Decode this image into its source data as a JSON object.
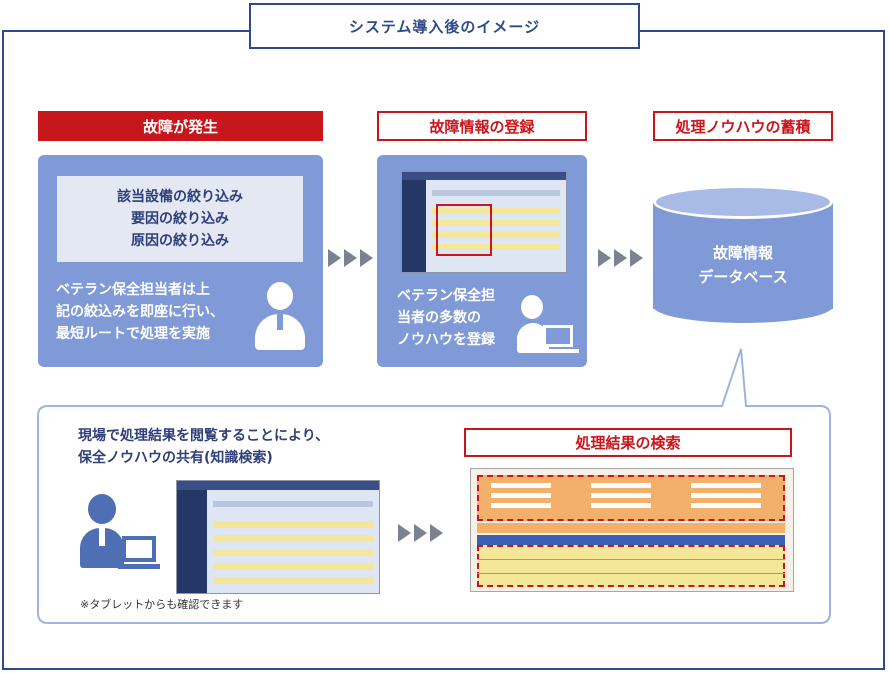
{
  "header": {
    "title": "システム導入後のイメージ"
  },
  "steps": [
    {
      "label": "故障が発生"
    },
    {
      "label": "故障情報の登録"
    },
    {
      "label": "処理ノウハウの蓄積"
    }
  ],
  "card1": {
    "narrow_lines": [
      "該当設備の絞り込み",
      "要因の絞り込み",
      "原因の絞り込み"
    ],
    "desc_lines": [
      "ベテラン保全担当者は上",
      "記の絞込みを即座に行い、",
      "最短ルートで処理を実施"
    ]
  },
  "card2": {
    "desc_lines": [
      "ベテラン保全担",
      "当者の多数の",
      "ノウハウを登録"
    ]
  },
  "database": {
    "lines": [
      "故障情報",
      "データベース"
    ]
  },
  "bottom": {
    "desc_lines": [
      "現場で処理結果を閲覧することにより、",
      "保全ノウハウの共有(知識検索)"
    ],
    "search_label": "処理結果の検索",
    "note": "※タブレットからも確認できます"
  }
}
